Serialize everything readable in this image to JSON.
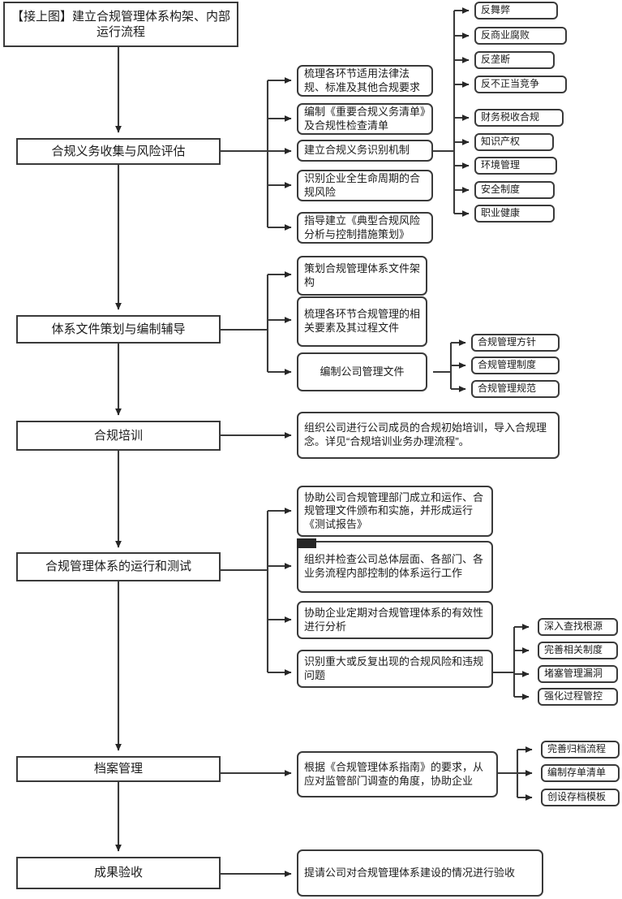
{
  "diagram": {
    "title_box": {
      "label": "【接上图】建立合规管理体系构架、内部运行流程"
    },
    "stages": [
      {
        "id": "stage-1",
        "label": "合规义务收集与风险评估"
      },
      {
        "id": "stage-2",
        "label": "体系文件策划与编制辅导"
      },
      {
        "id": "stage-3",
        "label": "合规培训"
      },
      {
        "id": "stage-4",
        "label": "合规管理体系的运行和测试"
      },
      {
        "id": "stage-5",
        "label": "档案管理"
      },
      {
        "id": "stage-6",
        "label": "成果验收"
      }
    ],
    "stage1_tasks": [
      {
        "id": "s1t1",
        "label": "梳理各环节适用法律法规、标准及其他合规要求"
      },
      {
        "id": "s1t2",
        "label": "编制《重要合规义务清单》及合规性检查清单"
      },
      {
        "id": "s1t3",
        "label": "建立合规义务识别机制"
      },
      {
        "id": "s1t4",
        "label": "识别企业全生命周期的合规风险"
      },
      {
        "id": "s1t5",
        "label": "指导建立《典型合规风险分析与控制措施策划》"
      }
    ],
    "stage1_domains": [
      {
        "id": "d1",
        "label": "反舞弊"
      },
      {
        "id": "d2",
        "label": "反商业腐败"
      },
      {
        "id": "d3",
        "label": "反垄断"
      },
      {
        "id": "d4",
        "label": "反不正当竞争"
      },
      {
        "id": "d5",
        "label": "财务税收合规"
      },
      {
        "id": "d6",
        "label": "知识产权"
      },
      {
        "id": "d7",
        "label": "环境管理"
      },
      {
        "id": "d8",
        "label": "安全制度"
      },
      {
        "id": "d9",
        "label": "职业健康"
      }
    ],
    "stage2_tasks": [
      {
        "id": "s2t1",
        "label": "策划合规管理体系文件架构"
      },
      {
        "id": "s2t2",
        "label": "梳理各环节合规管理的相关要素及其过程文件"
      },
      {
        "id": "s2t3",
        "label": "编制公司管理文件"
      }
    ],
    "stage2_docs": [
      {
        "id": "doc1",
        "label": "合规管理方针"
      },
      {
        "id": "doc2",
        "label": "合规管理制度"
      },
      {
        "id": "doc3",
        "label": "合规管理规范"
      }
    ],
    "stage3_tasks": [
      {
        "id": "s3t1",
        "label": "组织公司进行公司成员的合规初始培训，导入合规理念。详见“合规培训业务办理流程”。"
      }
    ],
    "stage4_tasks": [
      {
        "id": "s4t1",
        "label": "协助公司合规管理部门成立和运作、合规管理文件颁布和实施，并形成运行《测试报告》"
      },
      {
        "id": "s4t2",
        "label": "组织并检查公司总体层面、各部门、各业务流程内部控制的体系运行工作"
      },
      {
        "id": "s4t3",
        "label": "协助企业定期对合规管理体系的有效性进行分析"
      },
      {
        "id": "s4t4",
        "label": "识别重大或反复出现的合规风险和违规问题"
      }
    ],
    "stage4_actions": [
      {
        "id": "a1",
        "label": "深入查找根源"
      },
      {
        "id": "a2",
        "label": "完善相关制度"
      },
      {
        "id": "a3",
        "label": "堵塞管理漏洞"
      },
      {
        "id": "a4",
        "label": "强化过程管控"
      }
    ],
    "stage5_tasks": [
      {
        "id": "s5t1",
        "label": "根据《合规管理体系指南》的要求，从应对监管部门调查的角度，协助企业"
      }
    ],
    "stage5_outputs": [
      {
        "id": "o1",
        "label": "完善归档流程"
      },
      {
        "id": "o2",
        "label": "编制存单清单"
      },
      {
        "id": "o3",
        "label": "创设存档模板"
      }
    ],
    "stage6_tasks": [
      {
        "id": "s6t1",
        "label": "提请公司对合规管理体系建设的情况进行验收"
      }
    ],
    "colors": {
      "line": "#3a3a3a",
      "text": "#1b1b1b",
      "background": "#ffffff"
    }
  }
}
